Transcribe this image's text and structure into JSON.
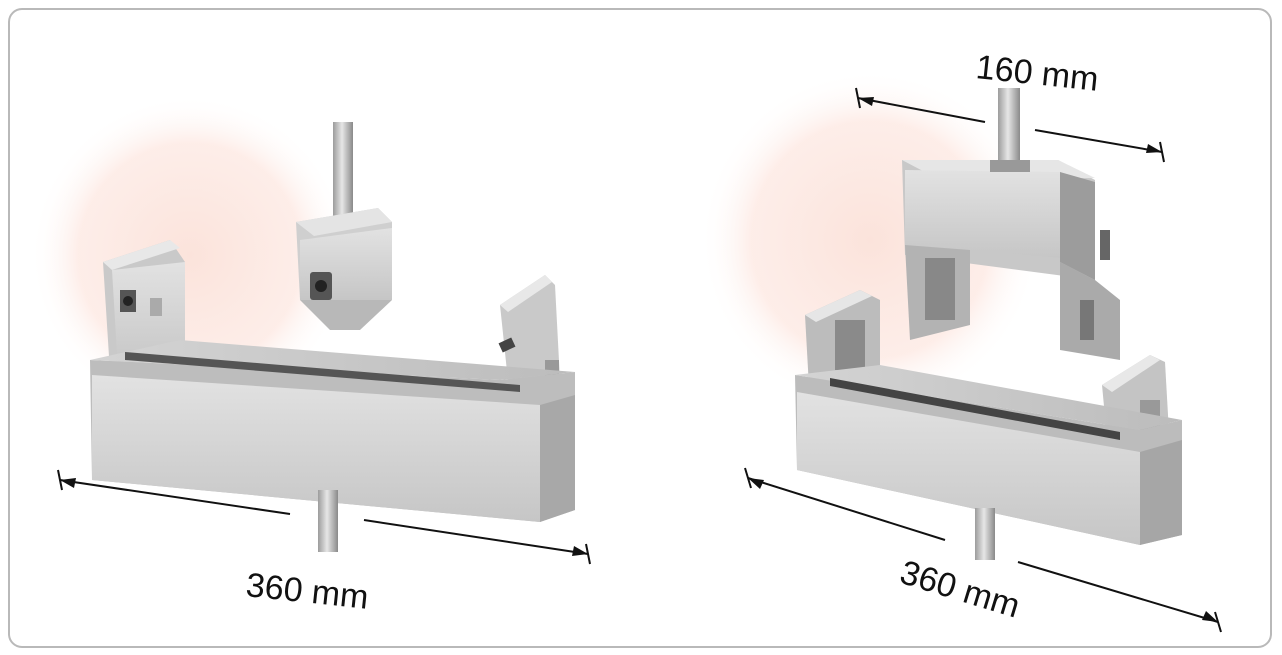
{
  "figure": {
    "left_fixture": {
      "span_label": "360 mm"
    },
    "right_fixture": {
      "upper_span_label": "160 mm",
      "lower_span_label": "360 mm"
    }
  },
  "colors": {
    "frame_border": "#b9b9b9",
    "glow": "#f9d9cf",
    "steel_light": "#dcdcdc",
    "steel_mid": "#c2c2c2",
    "steel_dark": "#8f8f8f",
    "dimension_line": "#111111"
  }
}
